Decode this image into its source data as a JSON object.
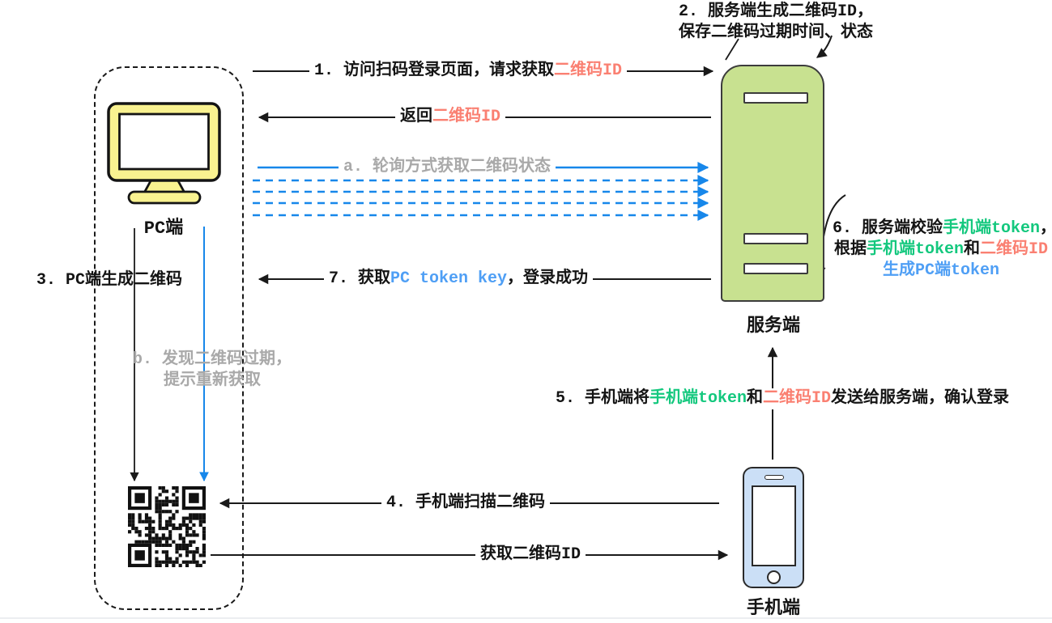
{
  "title": "扫码登录流程图",
  "colors": {
    "red_text": "#fa8072",
    "green_text": "#14c87e",
    "blue_text": "#4f9ff5",
    "gray_text": "#a9a9a9",
    "blue_arrow": "#1787ea",
    "server_green": "#c8e190",
    "pc_yellow": "#f9f290",
    "phone_blue": "#cbdff6"
  },
  "icons": {
    "pc": "desktop-monitor-icon",
    "server": "server-tower-icon",
    "phone": "smartphone-icon",
    "qr": "qr-code-icon"
  },
  "entities": {
    "pc": {
      "label": "PC端"
    },
    "server": {
      "label": "服务端"
    },
    "phone": {
      "label": "手机端"
    }
  },
  "notes": {
    "note2": {
      "line1": "2. 服务端生成二维码ID，",
      "line2": "保存二维码过期时间、状态"
    },
    "note6": {
      "line1": {
        "parts": [
          {
            "text": "6. 服务端校验"
          },
          {
            "text": "手机端token",
            "color": "green"
          },
          {
            "text": "，"
          }
        ]
      },
      "line2": {
        "parts": [
          {
            "text": "根据"
          },
          {
            "text": "手机端token",
            "color": "green"
          },
          {
            "text": "和"
          },
          {
            "text": "二维码ID",
            "color": "red"
          }
        ]
      },
      "line3": {
        "parts": [
          {
            "text": "生成PC端token",
            "color": "blue"
          }
        ]
      }
    },
    "note3": "3. PC端生成二维码",
    "noteb": {
      "line1": "b. 发现二维码过期，",
      "line2": "提示重新获取"
    }
  },
  "flows": {
    "f1": {
      "parts": [
        {
          "text": "1. 访问扫码登录页面，请求获取"
        },
        {
          "text": "二维码ID",
          "color": "red"
        }
      ]
    },
    "f2": {
      "parts": [
        {
          "text": "返回"
        },
        {
          "text": "二维码ID",
          "color": "red"
        }
      ]
    },
    "fa": {
      "parts": [
        {
          "text": "a. 轮询方式获取二维码状态",
          "color": "gray"
        }
      ]
    },
    "f7": {
      "parts": [
        {
          "text": "7. 获取"
        },
        {
          "text": "PC token key",
          "color": "blue"
        },
        {
          "text": "，登录成功"
        }
      ]
    },
    "f5": {
      "parts": [
        {
          "text": "5. 手机端将"
        },
        {
          "text": "手机端token",
          "color": "green"
        },
        {
          "text": "和"
        },
        {
          "text": "二维码ID",
          "color": "red"
        },
        {
          "text": "发送给服务端，确认登录"
        }
      ]
    },
    "f4": {
      "parts": [
        {
          "text": "4. 手机端扫描二维码"
        }
      ]
    },
    "fget": {
      "parts": [
        {
          "text": "获取二维码ID"
        }
      ]
    }
  }
}
